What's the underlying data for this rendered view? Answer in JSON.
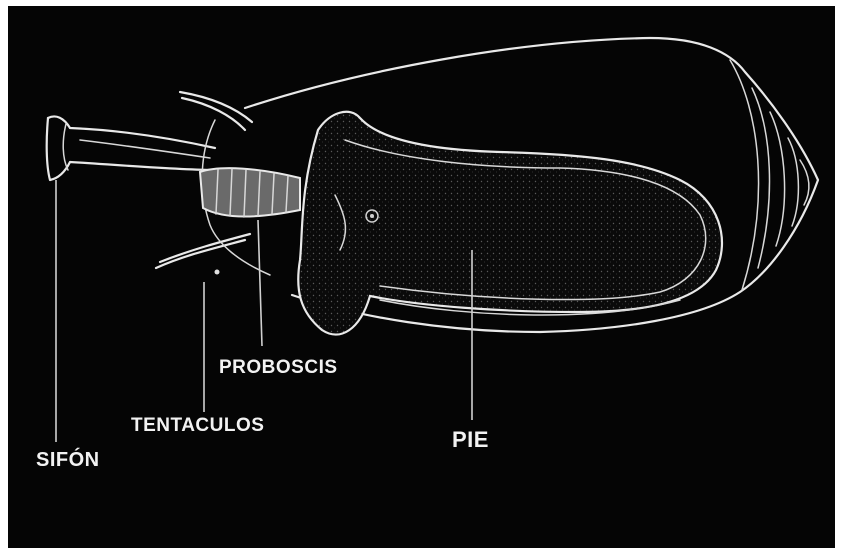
{
  "labels": {
    "siphon": "SIFÓN",
    "tentacles": "TENTACULOS",
    "proboscis": "PROBOSCIS",
    "foot": "PIE"
  },
  "colors": {
    "background": "#050505",
    "lines": "#e9e9e9",
    "text": "#f2f2f2"
  }
}
